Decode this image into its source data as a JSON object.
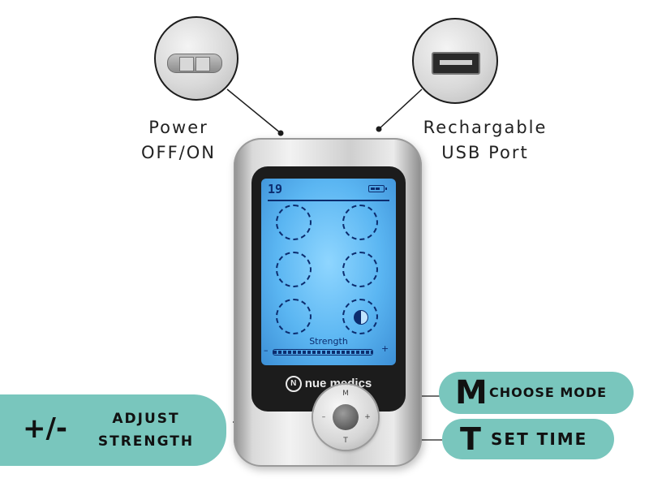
{
  "callouts": {
    "power": {
      "line1": "Power",
      "line2": "OFF/ON"
    },
    "usb": {
      "line1": "Rechargable",
      "line2": "USB Port"
    }
  },
  "device": {
    "brand": "nue medics",
    "brand_logo_letter": "N",
    "screen": {
      "time": "19",
      "strength_label": "Strength",
      "minus": "–",
      "plus": "+",
      "strength_level_fraction": 1.0,
      "mode_count": 6
    },
    "pad": {
      "top": "M",
      "left": "–",
      "right": "+",
      "bottom": "T"
    }
  },
  "labels": {
    "adjust": {
      "symbol": "+/-",
      "line1": "ADJUST",
      "line2": "STRENGTH"
    },
    "mode": {
      "letter": "M",
      "text": "CHOOSE MODE"
    },
    "time": {
      "letter": "T",
      "text": "SET TIME"
    }
  },
  "colors": {
    "pill": "#79c6bd",
    "screen": "#5bb6f2",
    "lcd_ink": "#0c2c6e"
  }
}
